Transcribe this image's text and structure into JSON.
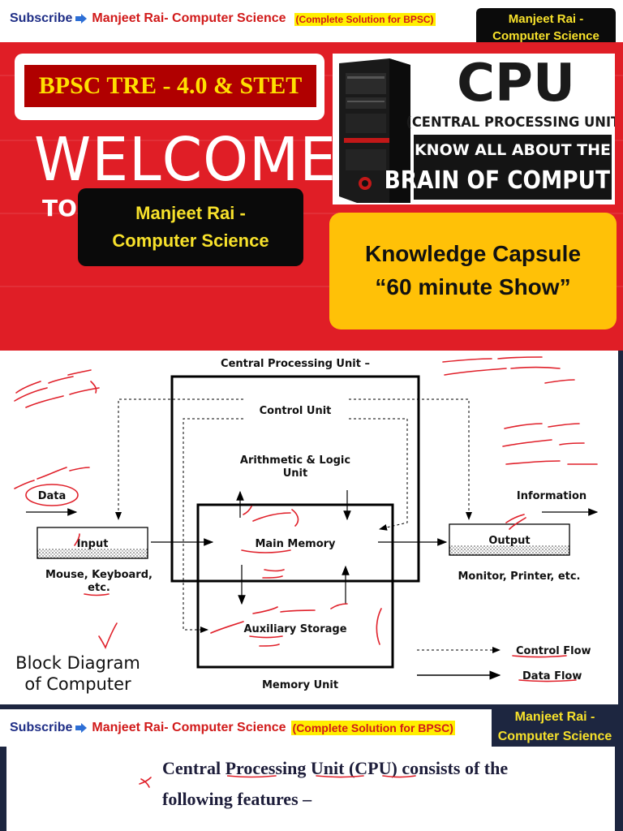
{
  "top_banner": {
    "subscribe": "Subscribe",
    "channel": "Manjeet Rai- Computer Science",
    "tag": "(Complete Solution for BPSC)",
    "badge_line1": "Manjeet Rai -",
    "badge_line2": "Computer Science"
  },
  "hero": {
    "exam": "BPSC TRE - 4.0 & STET",
    "welcome": "WELCOME",
    "to": "TO",
    "presenter_line1": "Manjeet Rai -",
    "presenter_line2": "Computer Science",
    "thumbnail": {
      "title": "CPU",
      "subtitle": "(CENTRAL PROCESSING UNIT)",
      "line1": "KNOW ALL ABOUT THE",
      "line2": "BRAIN OF COMPUTER"
    },
    "capsule_line1": "Knowledge Capsule",
    "capsule_line2": "“60 minute Show”"
  },
  "diagram": {
    "cpu_label": "Central Processing Unit –",
    "control_unit": "Control Unit",
    "alu_line1": "Arithmetic & Logic",
    "alu_line2": "Unit",
    "main_memory": "Main Memory",
    "auxiliary_storage": "Auxiliary Storage",
    "memory_unit": "Memory Unit",
    "data": "Data",
    "input": "Input",
    "input_devices_line1": "Mouse, Keyboard,",
    "input_devices_line2": "etc.",
    "information": "Information",
    "output": "Output",
    "output_devices": "Monitor, Printer, etc.",
    "caption_line1": "Block Diagram",
    "caption_line2": "of Computer",
    "legend_control": "Control Flow",
    "legend_data": "Data Flow"
  },
  "bottom_banner": {
    "subscribe": "Subscribe",
    "channel": "Manjeet Rai- Computer Science",
    "tag": "(Complete Solution for BPSC)",
    "badge_line1": "Manjeet Rai -",
    "badge_line2": "Computer Science"
  },
  "content": {
    "line1": "Central Processing Unit (CPU) consists of the",
    "line2": "following features –"
  },
  "colors": {
    "red": "#e01e26",
    "yellow": "#ffc107",
    "navy": "#1d2640",
    "annotation": "#e0202a"
  }
}
